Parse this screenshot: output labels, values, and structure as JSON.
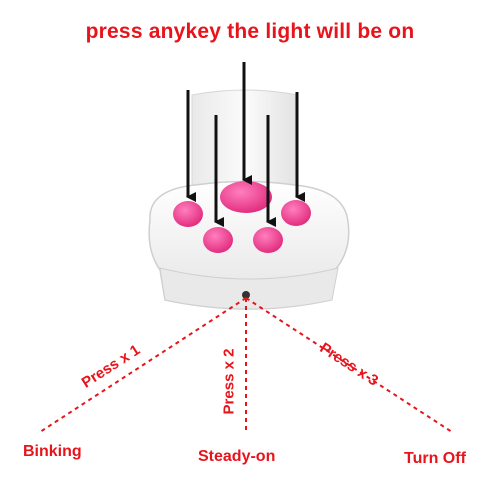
{
  "title": "press anykey the light will be on",
  "colors": {
    "text": "#e8141b",
    "paw_pink": "#ee3f8f",
    "device_body": "#f2f2f2",
    "arrow": "#111111"
  },
  "modes": [
    {
      "press": "Press x 1",
      "result": "Binking"
    },
    {
      "press": "Press x 2",
      "result": "Steady-on"
    },
    {
      "press": "Press x 3",
      "result": "Turn Off"
    }
  ]
}
